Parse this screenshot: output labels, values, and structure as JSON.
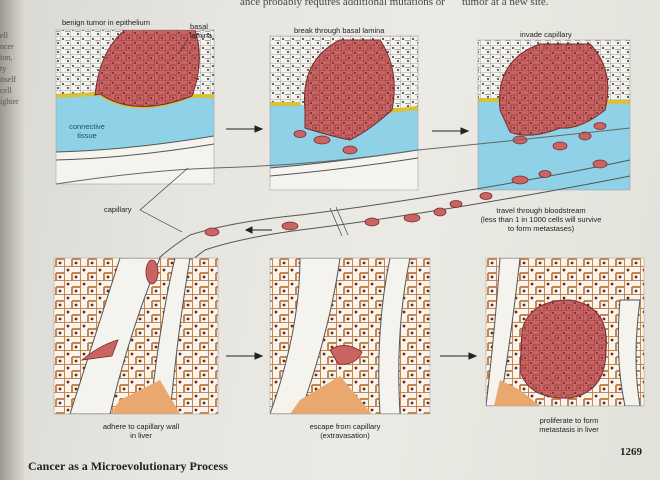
{
  "page_header": {
    "left_fragment": "ance probably requires additional mutations or",
    "right_fragment": "tumor at a new site."
  },
  "margin_fragment": [
    "ell",
    "ncer",
    "ion,",
    "ty itself",
    "cell",
    "ighter"
  ],
  "figure": {
    "colors": {
      "tumor": "#c96463",
      "tumor_outline": "#7a2b2e",
      "connective_tissue": "#8fd1e6",
      "basal_lamina": "#d9c23a",
      "liver_cell_border": "#c9854c",
      "nucleus": "#6b2a20",
      "page": "#e9e8e2"
    },
    "labels": {
      "benign_tumor": "benign tumor in epithelium",
      "basal_lamina": "basal\nlamina",
      "connective_tissue": "connective\ntissue",
      "break_through": "break through basal lamina",
      "invade_capillary": "invade capillary",
      "capillary": "capillary",
      "travel": "travel through bloodstream\n(less than 1 in 1000 cells will survive\nto form metastases)",
      "adhere": "adhere to capillary wall\nin liver",
      "escape": "escape from capillary\n(extravasation)",
      "proliferate": "proliferate to form\nmetastasis in liver"
    }
  },
  "footer": {
    "title": "Cancer as a Microevolutionary Process",
    "page_number": "1269"
  }
}
